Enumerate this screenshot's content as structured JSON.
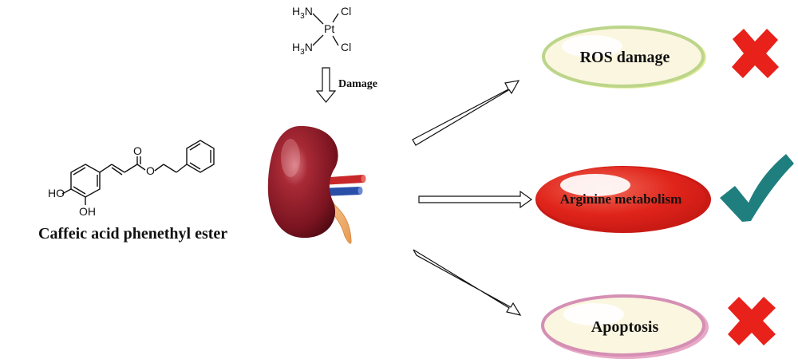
{
  "cisplatin": {
    "h3n_top": "H3N",
    "h3n_bottom": "H3N",
    "metal": "Pt",
    "cl_top": "Cl",
    "cl_bottom": "Cl"
  },
  "damage_label": "Damage",
  "capе": {},
  "cape": {
    "ho": "HO",
    "oh": "OH",
    "ester_o": "O",
    "carbonyl_o": "O",
    "name": "Caffeic acid phenethyl ester"
  },
  "outcomes": [
    {
      "label": "ROS damage",
      "mark": "cross-icon",
      "mark_color": "#e8211b"
    },
    {
      "label": "Arginine metabolism",
      "mark": "check-icon",
      "mark_color": "#1f7f7e"
    },
    {
      "label": "Apoptosis",
      "mark": "cross-icon",
      "mark_color": "#e8211b"
    }
  ],
  "colors": {
    "kidney": "#8c1c26",
    "ros_ellipse_border": "#bcd58a",
    "arginine_ellipse": "#e0241b",
    "apoptosis_ellipse_border": "#d58fb4",
    "ellipse_fill": "#fbf6df"
  }
}
